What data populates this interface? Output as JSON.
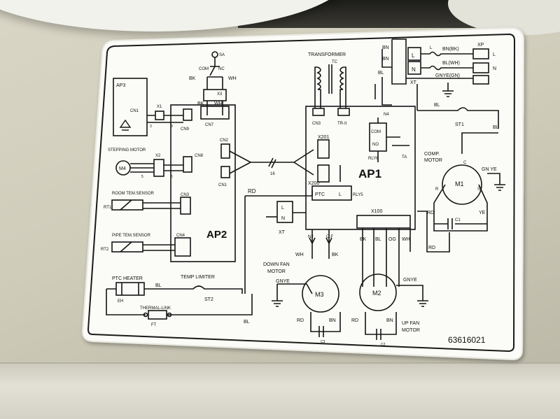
{
  "units": {
    "ap1": "AP1",
    "ap2": "AP2",
    "ap3": "AP3"
  },
  "connectors": {
    "cn1_top": "CN1",
    "x1": "X1",
    "cn9": "CN9",
    "cn7": "CN7",
    "x3": "X3",
    "cn8": "CN8",
    "x2": "X2",
    "cn2": "CN2",
    "cn1_mid": "CN1",
    "cn3_left": "CN3",
    "cn4": "CN4",
    "cn3_right": "CN3",
    "tr2": "TR-II",
    "x201": "X201",
    "x200": "X200",
    "x100": "X100",
    "n4": "N4",
    "n2": "N2",
    "of": "O.F",
    "xt_mid": "XT",
    "xt_top": "XT",
    "xp": "XP"
  },
  "labels": {
    "transformer": "TRANSFORMER",
    "tc": "TC",
    "sa": "SA",
    "com_switch": "COM",
    "nc": "NC",
    "bk_sw": "BK",
    "wh_sw": "WH",
    "bk_cn7": "BK",
    "wh_cn7": "WH",
    "pin3_a": "3",
    "pin3_b": "3",
    "pin5_a": "5",
    "pin5_b": "5",
    "bus16": "16",
    "stepping_motor": "STEPPING MOTOR",
    "m4": "M4",
    "room_sensor": "ROOM TEM.SENSOR",
    "rt1": "RT1",
    "pipe_sensor": "PIPE TEM.SENSOR",
    "rt2": "RT2",
    "rd_bus": "RD",
    "ptc": "PTC",
    "l_ptc": "L",
    "rly5": "RLY5",
    "com_relay": "COM",
    "no_relay": "NO",
    "rly6": "RLY6",
    "ta": "TA",
    "bn1": "BN",
    "bn2": "BN",
    "bl_top": "BL",
    "l_term": "L",
    "n_term": "N",
    "l_line": "L",
    "bn_bk": "BN(BK)",
    "bl_wh": "BL(WH)",
    "gnye_gn": "GNYE(GN)",
    "l_out": "L",
    "n_out": "N",
    "bl_st1": "BL",
    "st1": "ST1",
    "bl_right": "BL",
    "comp_motor_1": "COMP.",
    "comp_motor_2": "MOTOR",
    "c_pin": "C",
    "gn_ye_right": "GN YE",
    "r_pin": "R",
    "s_pin": "S",
    "m1": "M1",
    "rd_m1": "RD",
    "ye_m1": "YE",
    "c1": "C1",
    "rd_c1": "RD",
    "l_xt": "L",
    "n_xt": "N",
    "ptc_heater": "PTC HEATER",
    "eh": "EH",
    "bl_heater": "BL",
    "temp_limiter": "TEMP LIMITER",
    "st2": "ST2",
    "thermal_link": "THERMAL-LINK",
    "ft": "FT",
    "bl_bottom": "BL",
    "wh_down": "WH",
    "bk_down": "BK",
    "down_fan_1": "DOWN FAN",
    "down_fan_2": "MOTOR",
    "gnye_m3": "GNYE",
    "m3": "M3",
    "rd_m3": "RD",
    "bn_m3": "BN",
    "c3": "C3",
    "bk_x100": "BK",
    "bl_x100": "BL",
    "og_x100": "OG",
    "wh_x100": "WH",
    "m2": "M2",
    "gnye_m2": "GNYE",
    "rd_m2": "RD",
    "bn_m2": "BN",
    "c2": "C2",
    "up_fan_1": "UP FAN",
    "up_fan_2": "MOTOR",
    "part_number": "63616021"
  }
}
